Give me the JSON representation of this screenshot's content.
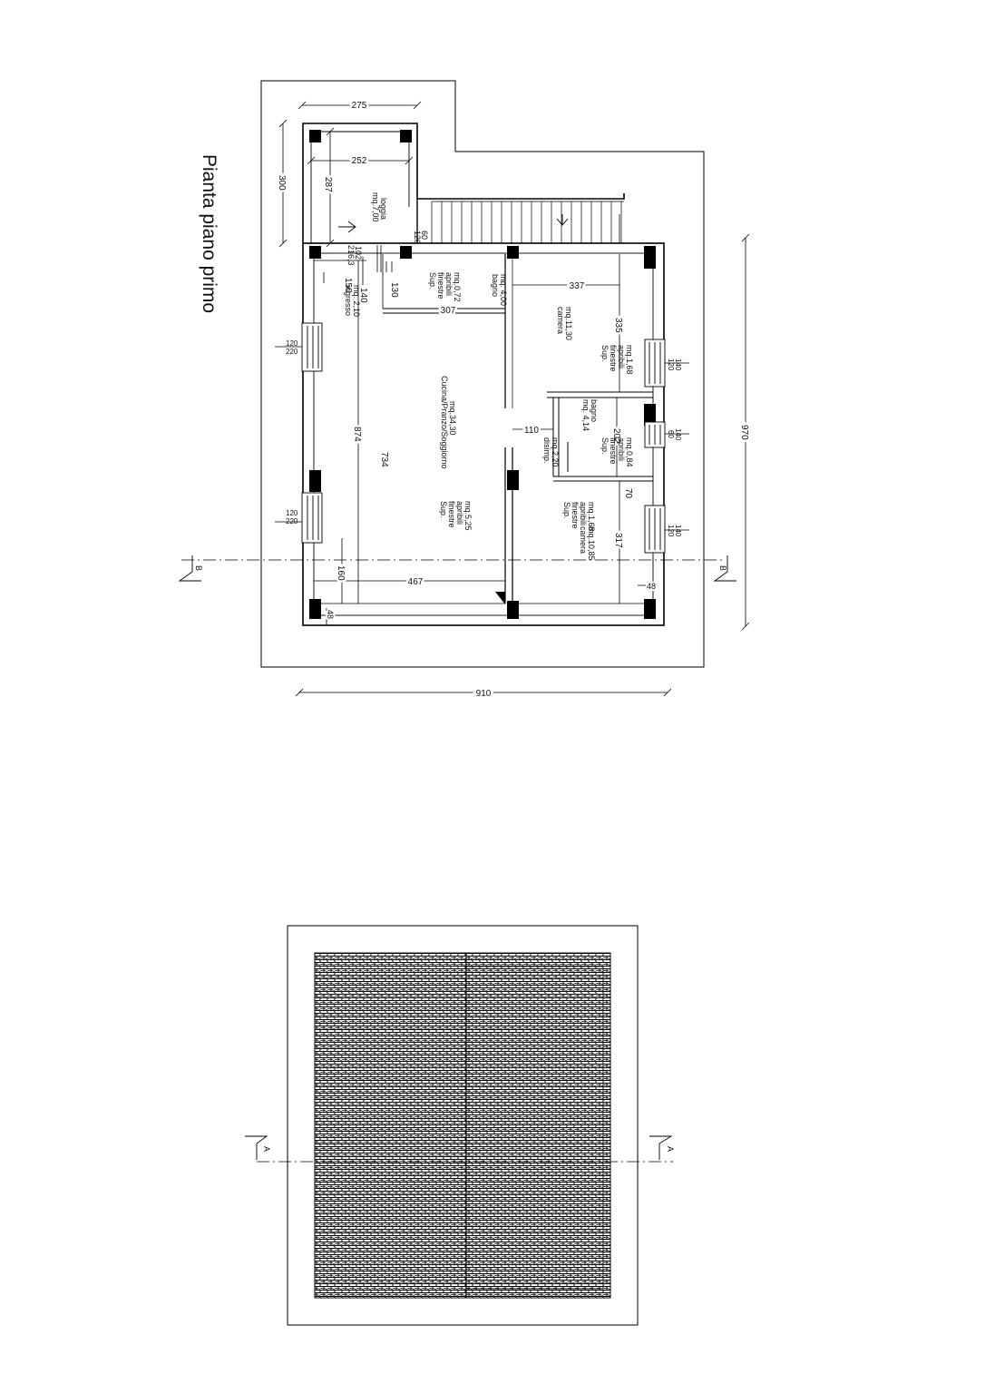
{
  "title": "Pianta piano primo",
  "dimensions": {
    "loggia_width": "275",
    "loggia_inner_width": "252",
    "loggia_depth": "300",
    "loggia_inner_depth": "287",
    "step_60": "60",
    "step_120": "120",
    "ingresso_x": "150",
    "ingresso_102": "102",
    "ingresso_216": "216,3",
    "bagno1_130": "130",
    "ingresso_140": "140",
    "bagno1_width": "307",
    "camera1_width": "337",
    "camera1_depth": "335",
    "left_874": "874",
    "left_734": "734",
    "disimp_width": "110",
    "bagno2_depth": "202",
    "gap_70": "70",
    "camera2_depth": "317",
    "bottom_160": "160",
    "cucina_width": "467",
    "wall_48_left": "48",
    "wall_48_right": "48",
    "total_width": "910",
    "total_height": "970",
    "win_left_top_120": "120",
    "win_left_top_220": "220",
    "win_left_bot_120": "120",
    "win_left_bot_220": "220",
    "win_right_1_140": "140",
    "win_right_1_120": "120",
    "win_right_2_140": "140",
    "win_right_2_60": "60",
    "win_right_3_140": "140",
    "win_right_3_120": "120"
  },
  "rooms": {
    "loggia": [
      "loggia",
      "mq.7,00"
    ],
    "ingresso": [
      "ingresso",
      "mq. 2,10"
    ],
    "bagno1_sup": [
      "Sup.",
      "finestre",
      "apribili",
      "mq.0,72"
    ],
    "bagno1": [
      "bagno",
      "mq. 4,00"
    ],
    "camera1": [
      "camera",
      "mq.11,30"
    ],
    "camera1_sup": [
      "Sup.",
      "finestre",
      "apribili",
      "mq.1,68"
    ],
    "cucina": [
      "Cucina/Pranzo/Soggiorno",
      "mq.34,30"
    ],
    "cucina_sup": [
      "Sup.",
      "finestre",
      "apribili",
      "mq.5,25"
    ],
    "bagno2": [
      "bagno",
      "mq. 4,14"
    ],
    "bagno2_sup": [
      "Sup.",
      "finestre",
      "apribili",
      "mq.0,84"
    ],
    "disimp": [
      "disimp.",
      "mq.2,20"
    ],
    "camera2": [
      "camera",
      "mq.10,85"
    ],
    "camera2_sup": [
      "Sup.",
      "finestre",
      "apribili",
      "mq.1,68"
    ]
  },
  "sections": {
    "b_left": "B",
    "b_right": "B",
    "a_left": "A",
    "a_right": "A"
  }
}
